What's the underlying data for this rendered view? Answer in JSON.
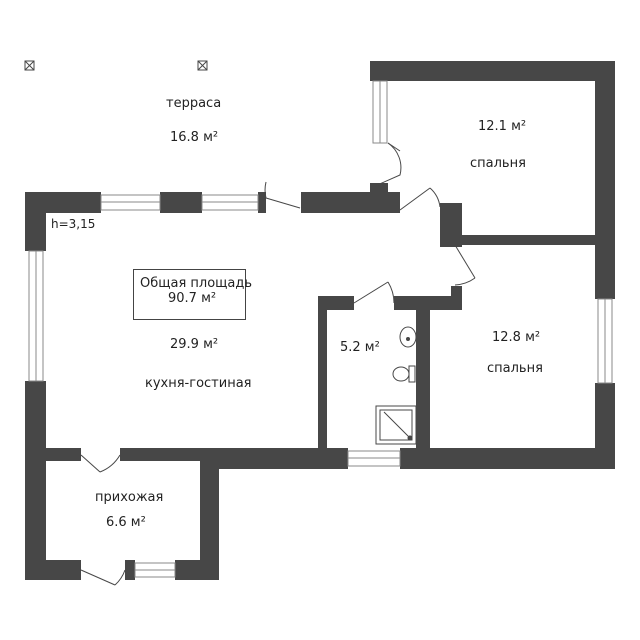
{
  "plan": {
    "ceiling_height": "h=3,15",
    "total_area_label": "Общая площадь",
    "total_area_value": "90.7 м²",
    "rooms": [
      {
        "name": "терраса",
        "area": "16.8 м²"
      },
      {
        "name": "кухня-гостиная",
        "area": "29.9 м²"
      },
      {
        "name": "прихожая",
        "area": "6.6 м²"
      },
      {
        "name": "",
        "area": "5.2 м²"
      },
      {
        "name": "спальня",
        "area": "12.1 м²"
      },
      {
        "name": "спальня",
        "area": "12.8 м²"
      }
    ],
    "colors": {
      "wall": "#474747",
      "window_frame": "#8a8a8a",
      "background": "#ffffff"
    },
    "icons": [
      "post-marker-icon",
      "post-marker-icon",
      "sink-icon",
      "toilet-icon",
      "shower-icon"
    ]
  }
}
